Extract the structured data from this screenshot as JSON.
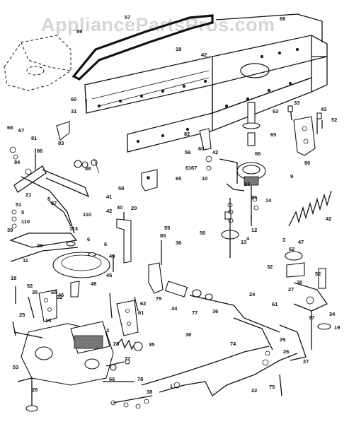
{
  "watermark": "AppliancePartsPros.com",
  "callouts": [
    "57",
    "89",
    "66",
    "18",
    "42",
    "60",
    "31",
    "63",
    "33",
    "43",
    "52",
    "68",
    "67",
    "65",
    "81",
    "83",
    "82",
    "59",
    "60",
    "42",
    "61",
    "66",
    "9",
    "84",
    "86",
    "88",
    "58",
    "41",
    "67",
    "65",
    "23",
    "85",
    "80",
    "10",
    "21",
    "8",
    "87",
    "110",
    "113",
    "42",
    "40",
    "20",
    "13",
    "14",
    "12",
    "51",
    "5",
    "110",
    "55",
    "85",
    "36",
    "42",
    "39",
    "26",
    "50",
    "4",
    "11",
    "3",
    "47",
    "6",
    "6",
    "49",
    "45",
    "79",
    "62",
    "32",
    "52",
    "48",
    "44",
    "18",
    "52",
    "30",
    "62",
    "35",
    "36",
    "27",
    "65",
    "32",
    "77",
    "61",
    "37",
    "46",
    "61",
    "34",
    "25",
    "24",
    "19",
    "16",
    "2",
    "28",
    "36",
    "35",
    "53",
    "77",
    "74",
    "29",
    "26",
    "27",
    "66",
    "78",
    "1",
    "75",
    "22",
    "26",
    "38"
  ]
}
